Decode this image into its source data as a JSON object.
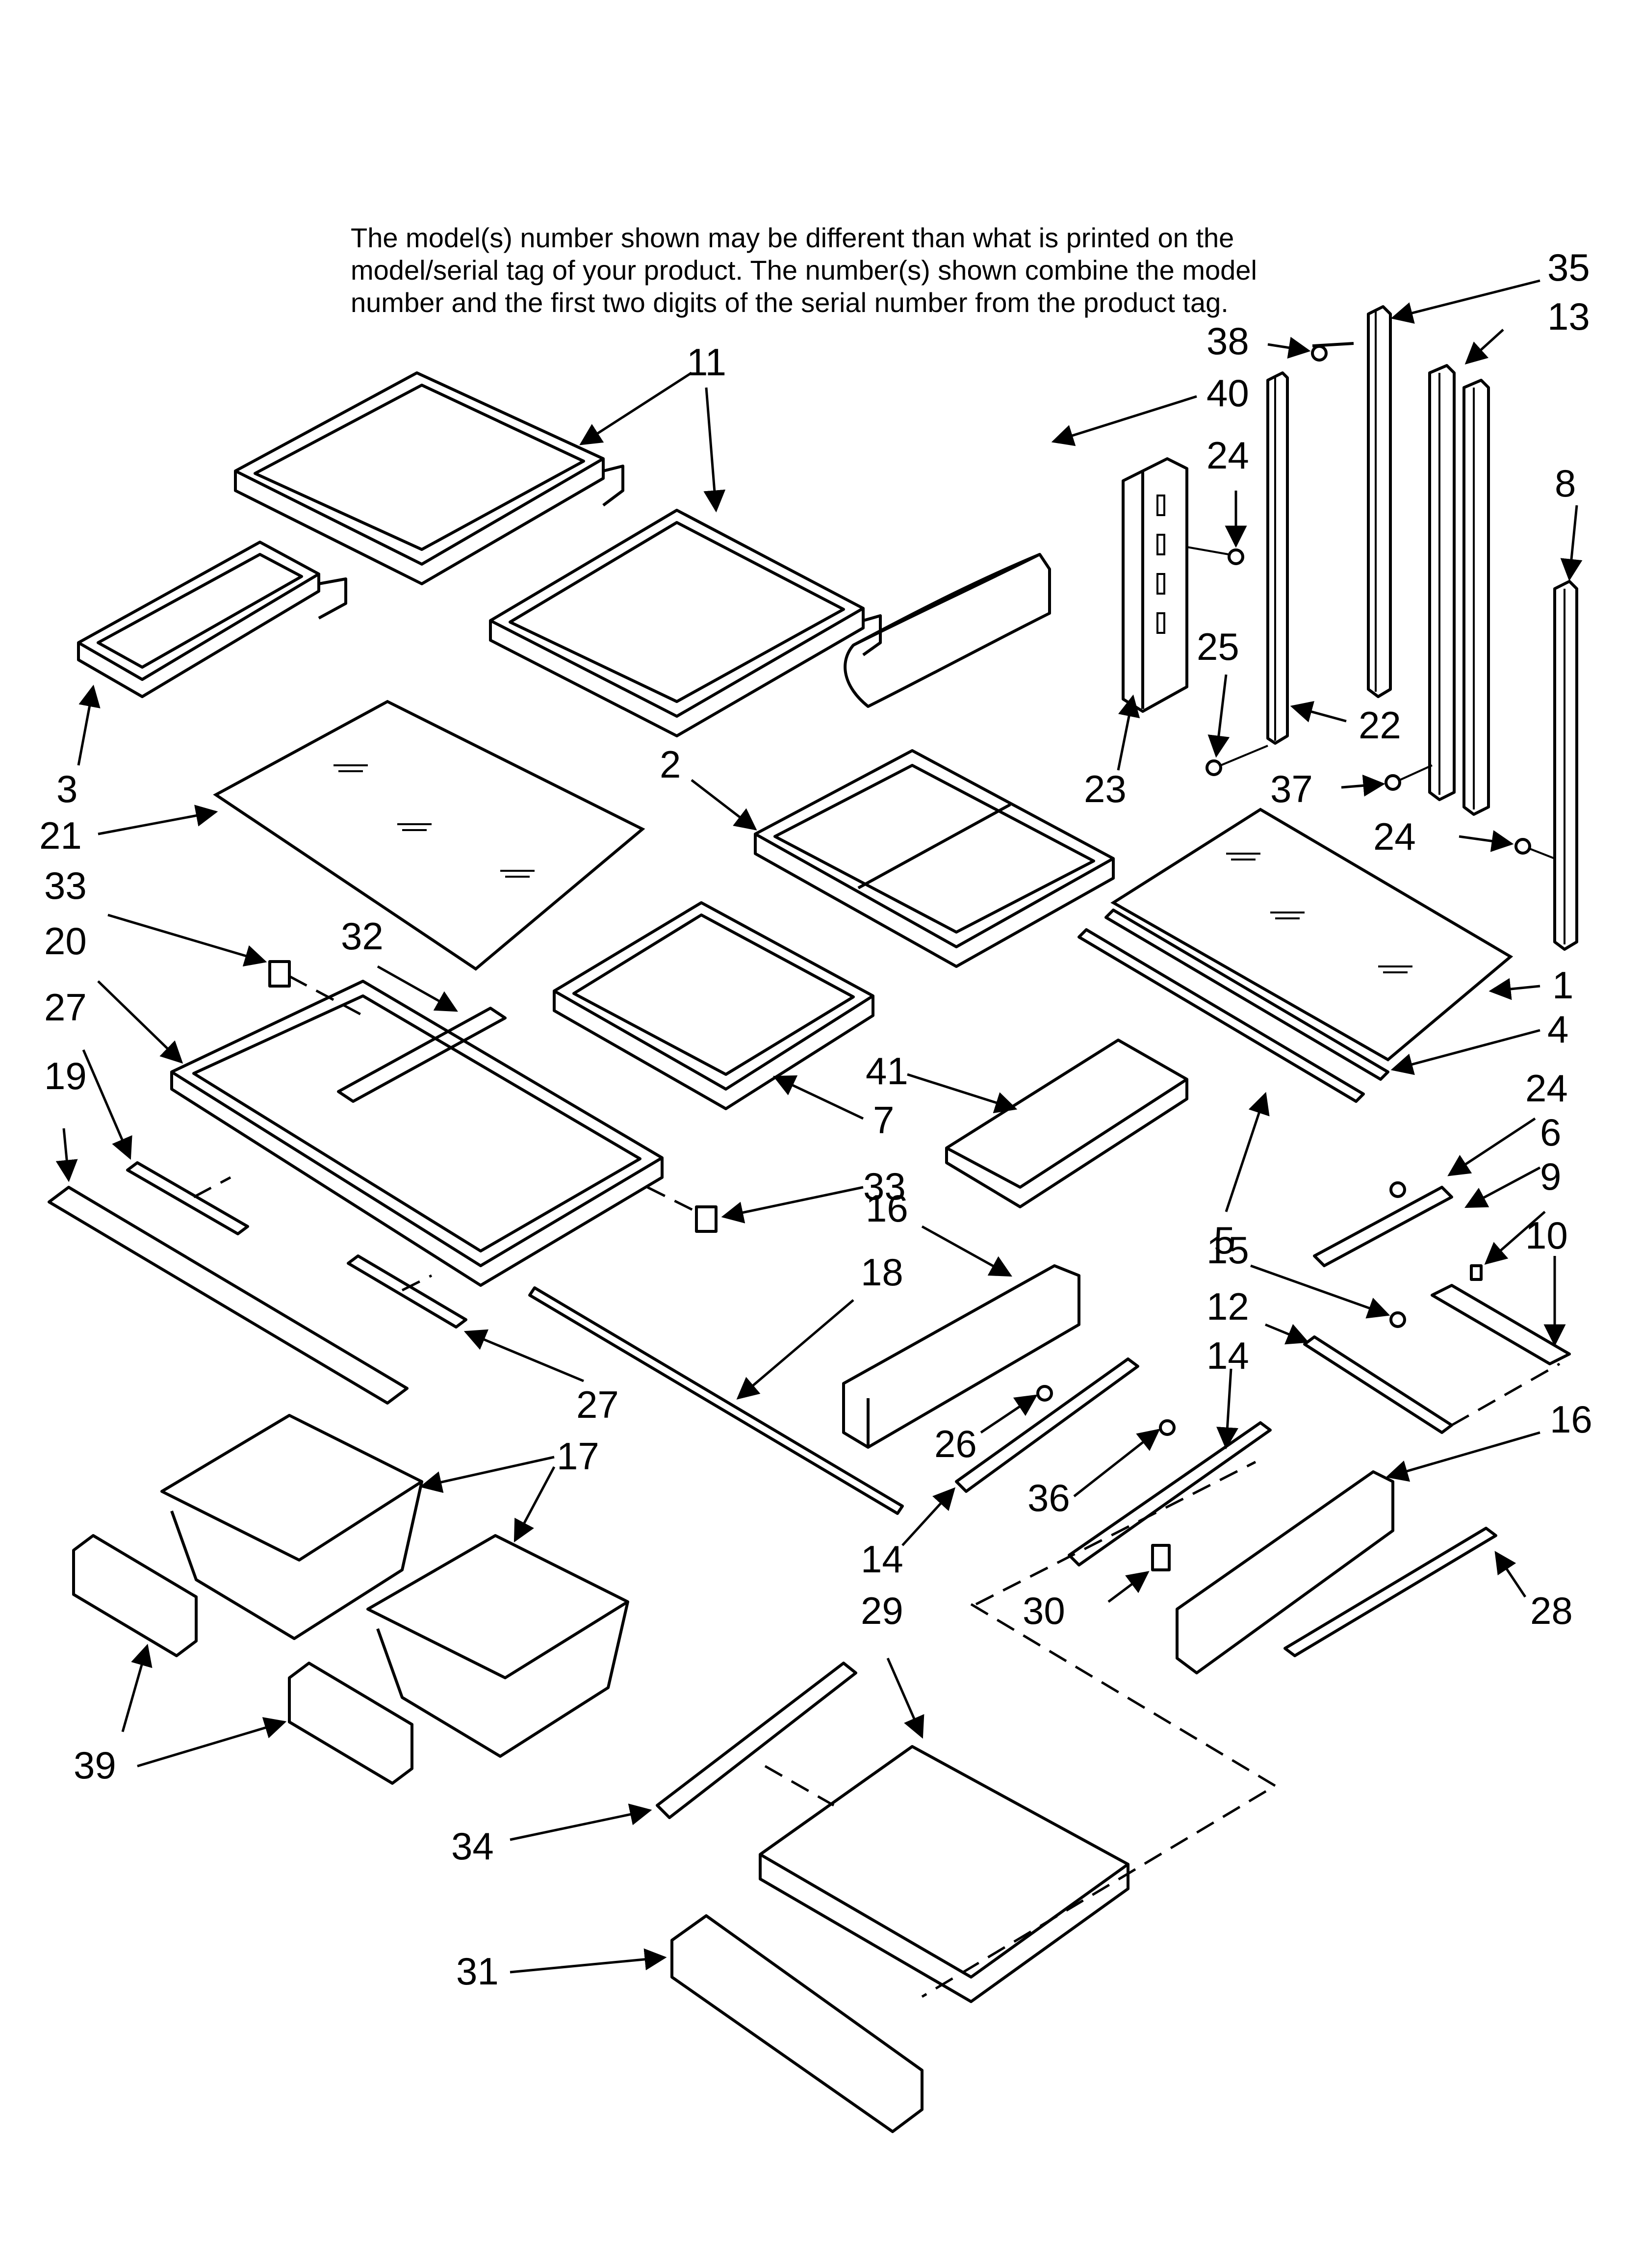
{
  "note": {
    "line1": "The model(s) number shown may be different than what is printed on the",
    "line2": "model/serial tag of your product. The number(s) shown combine the model",
    "line3": "number and the first two digits of the serial number from the product tag."
  },
  "labels": {
    "l35": "35",
    "l13": "13",
    "l38": "38",
    "l11": "11",
    "l40": "40",
    "l24a": "24",
    "l8": "8",
    "l25": "25",
    "l22": "22",
    "l23": "23",
    "l37": "37",
    "l2": "2",
    "l3": "3",
    "l21": "21",
    "l24b": "24",
    "l33a": "33",
    "l32": "32",
    "l20": "20",
    "l1": "1",
    "l27a": "27",
    "l4": "4",
    "l7": "7",
    "l41": "41",
    "l19": "19",
    "l24c": "24",
    "l6": "6",
    "l9": "9",
    "l33b": "33",
    "l5": "5",
    "l16a": "16",
    "l10": "10",
    "l15": "15",
    "l18": "18",
    "l12": "12",
    "l14a": "14",
    "l27b": "27",
    "l16b": "16",
    "l26": "26",
    "l17": "17",
    "l36": "36",
    "l14b": "14",
    "l29": "29",
    "l30": "30",
    "l28": "28",
    "l39": "39",
    "l34": "34",
    "l31": "31"
  }
}
